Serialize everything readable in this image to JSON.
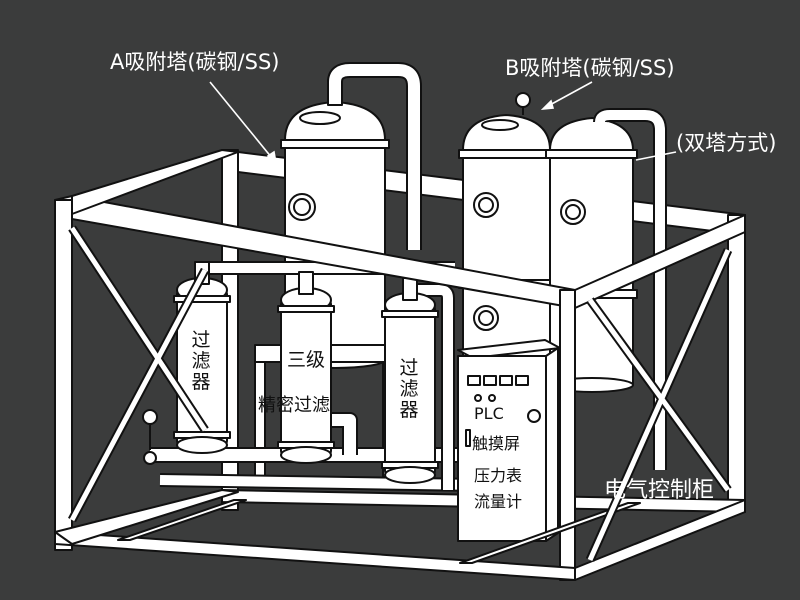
{
  "labels": {
    "tower_a": "A吸附塔(碳钢/SS)",
    "tower_b": "B吸附塔(碳钢/SS)",
    "twin_tower": "(双塔方式)",
    "filter_left": "过滤器",
    "filter_right": "过滤器",
    "precision_filter_line1": "三级",
    "precision_filter_line2": "精密过滤",
    "cabinet": "电气控制柜"
  },
  "cabinet_panel": {
    "plc": "PLC",
    "touch_screen": "触摸屏",
    "pressure_gauge": "压力表",
    "flow_meter": "流量计"
  },
  "colors": {
    "background": "#3b3c3c",
    "line": "#111111",
    "equipment": "#ffffff"
  }
}
